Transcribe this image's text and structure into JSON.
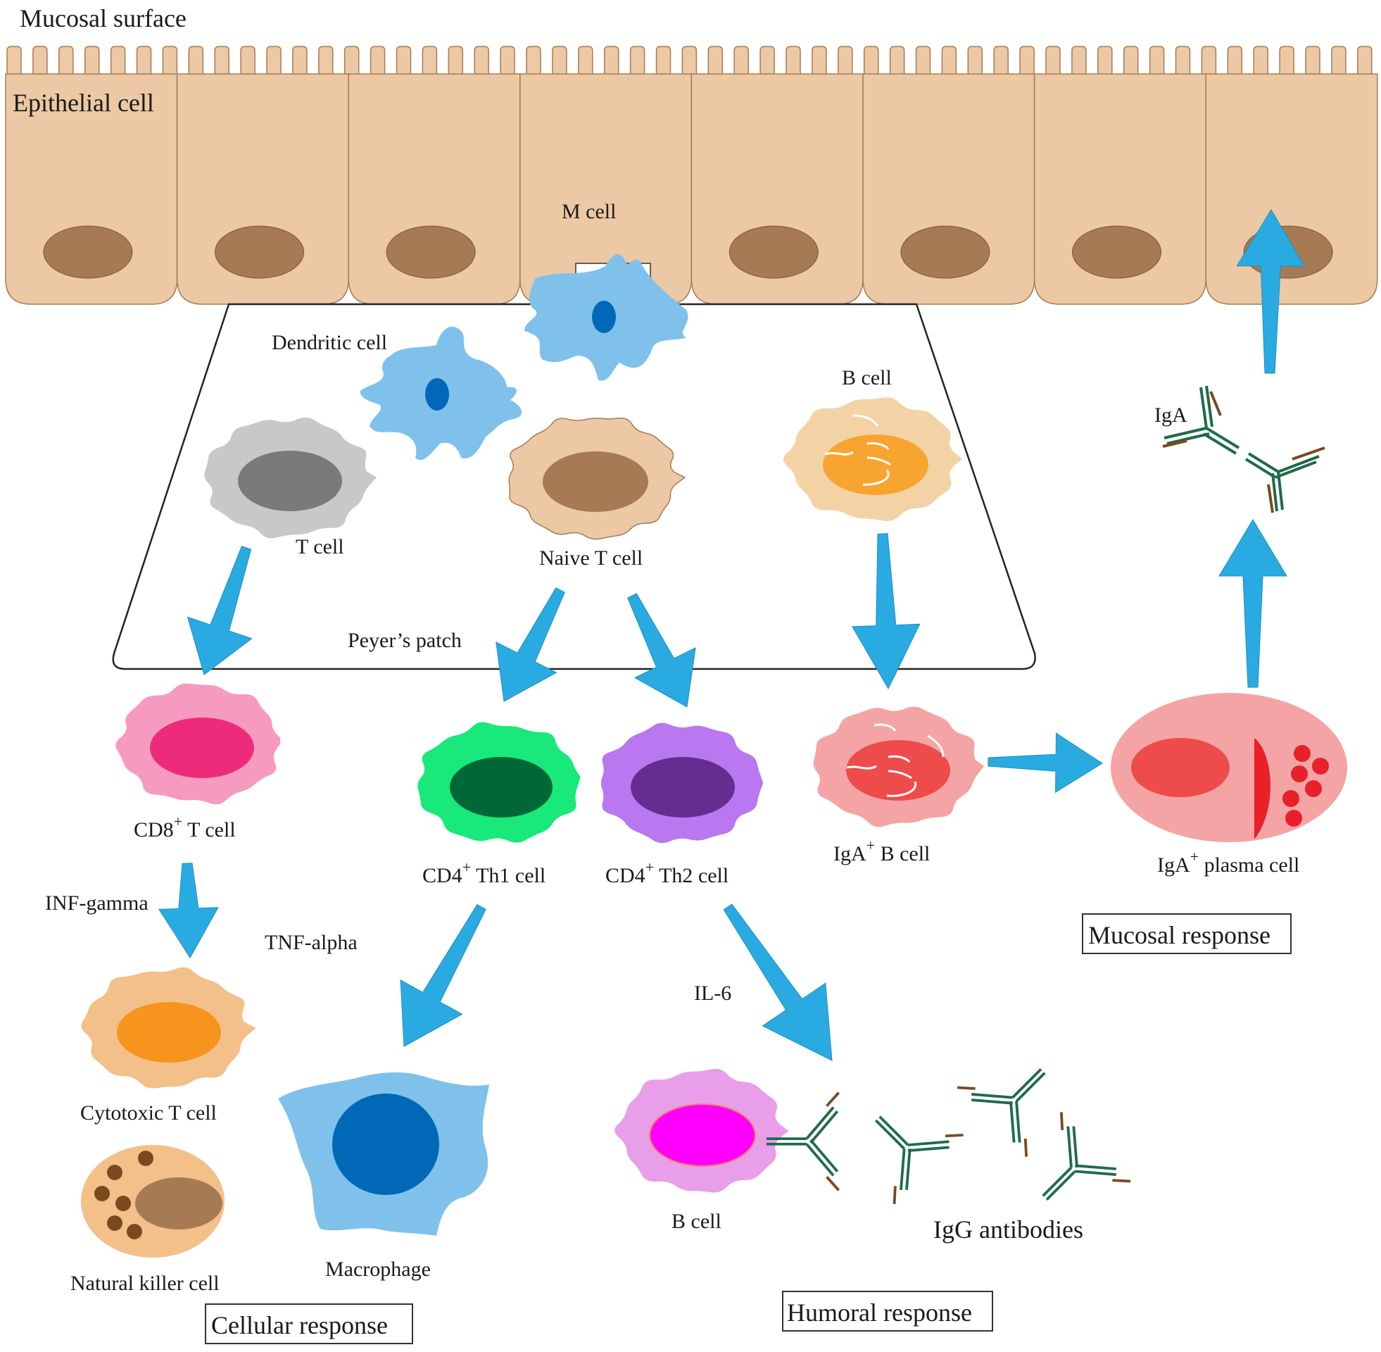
{
  "labels": {
    "mucosal_surface": "Mucosal surface",
    "epithelial_cell": "Epithelial cell",
    "m_cell": "M cell",
    "dendritic_cell": "Dendritic cell",
    "b_cell_top": "B cell",
    "t_cell": "T cell",
    "naive_t_cell": "Naive T cell",
    "peyers_patch": "Peyer’s patch",
    "iga": "IgA",
    "cd8_prefix": "CD8",
    "cd8_sup": "+",
    "cd8_suffix": " T cell",
    "th1_prefix": "CD4",
    "th1_sup": "+",
    "th1_suffix": " Th1 cell",
    "th2_prefix": "CD4",
    "th2_sup": "+",
    "th2_suffix": " Th2 cell",
    "igab_prefix": "IgA",
    "igab_sup": "+",
    "igab_suffix": " B cell",
    "plasma_prefix": "IgA",
    "plasma_sup": "+",
    "plasma_suffix": " plasma cell",
    "inf_gamma": "INF-gamma",
    "tnf_alpha": "TNF-alpha",
    "il6": "IL-6",
    "cytotoxic_t_cell": "Cytotoxic T cell",
    "natural_killer_cell": "Natural killer cell",
    "macrophage": "Macrophage",
    "b_cell_bottom": "B cell",
    "igg_antibodies": "IgG antibodies"
  },
  "boxes": {
    "mucosal_response": "Mucosal response",
    "cellular_response": "Cellular response",
    "humoral_response": "Humoral response"
  },
  "colors": {
    "epithelium": "#ecc8a4",
    "epithelium_border": "#a87a55",
    "nucleus_brown": "#a67a52",
    "arrow_blue": "#29abe2",
    "dendritic": "#7fc1ea",
    "dendritic_nucleus": "#0068b7",
    "t_cell": "#c8c8c8",
    "t_cell_nucleus": "#7a7a7a",
    "naive_t_cell": "#ecc8a4",
    "b_cell": "#f3d3a6",
    "b_cell_nucleus": "#f7a530",
    "cd8": "#f79ac0",
    "cd8_nucleus": "#ee2b7b",
    "th1": "#19e87a",
    "th1_nucleus": "#006837",
    "th2": "#b978f0",
    "th2_nucleus": "#662d91",
    "iga_b": "#f4a4a4",
    "iga_b_nucleus": "#ee4b4b",
    "plasma": "#f4a4a4",
    "plasma_nucleus": "#ee4b4b",
    "plasma_granules": "#e8202a",
    "cytotoxic": "#f3c08a",
    "cytotoxic_nucleus": "#f7941d",
    "nk": "#f3c08a",
    "nk_granules": "#7a4a1f",
    "macrophage": "#7fc1ea",
    "macrophage_nucleus": "#0068b7",
    "b_cell_bottom": "#e89ee8",
    "b_cell_bottom_nucleus": "#ff00ff",
    "antibody_green": "#1e6b4a",
    "antibody_brown": "#7a4a1f"
  }
}
